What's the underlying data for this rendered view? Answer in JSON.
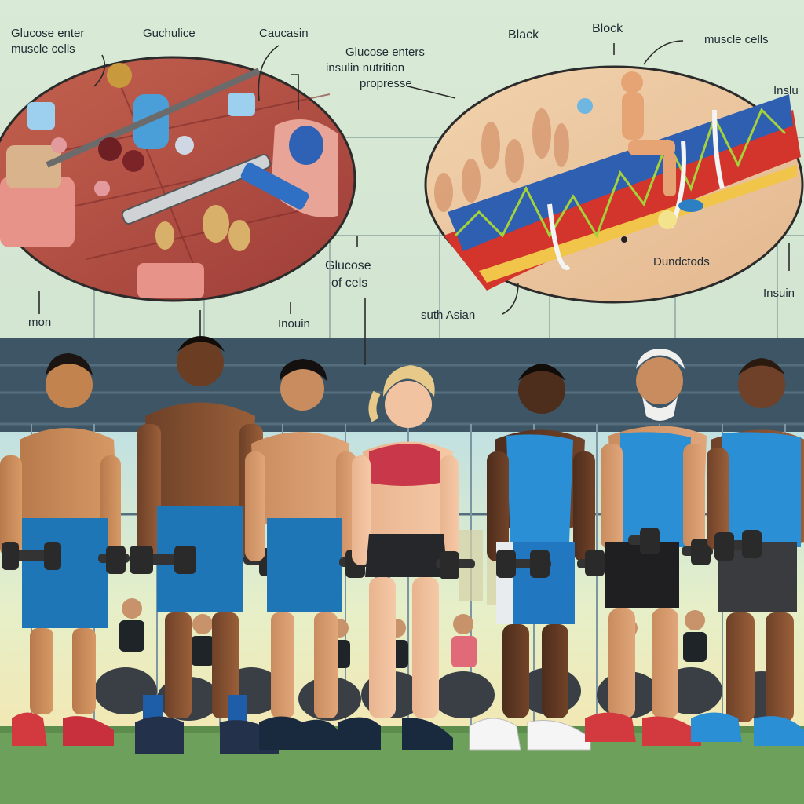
{
  "labels": {
    "top_left_a": "Glucose enter",
    "top_left_b": "muscle cells",
    "guchuice": "Guchulice",
    "caucasin": "Caucasin",
    "center_a": "Glucose enters",
    "center_b": "insulin nutrition",
    "center_c": "propresse",
    "black_a": "Black",
    "black_b": "Block",
    "muscle_cells": "muscle cells",
    "inslu": "Inslu",
    "glucose_cells_a": "Glucose",
    "glucose_cells_b": "of cels",
    "dundctods": "Dundctods",
    "insuin_right": "Insuin",
    "mon": "mon",
    "inouin": "Inouin",
    "south_asian": "suth Asian"
  },
  "colors": {
    "background": "#d6e7d3",
    "left_callout": "#b8504a",
    "right_callout": "#e9c9a4",
    "glucose_wave": "#a5d23a",
    "vessel_blue": "#2f5fb0",
    "shorts_blue": "#1e76b7",
    "tank_blue": "#2b8fd6",
    "floor": "#6da05a"
  },
  "figures": [
    {
      "name": "figure-1",
      "shirt": "none",
      "shorts": "blue"
    },
    {
      "name": "figure-2",
      "shirt": "none",
      "shorts": "blue"
    },
    {
      "name": "figure-3",
      "shirt": "none",
      "shorts": "blue"
    },
    {
      "name": "figure-4",
      "shirt": "red-sports-bra",
      "shorts": "black"
    },
    {
      "name": "figure-5",
      "shirt": "blue-tank",
      "shorts": "blue"
    },
    {
      "name": "figure-6",
      "shirt": "blue-tank",
      "shorts": "black"
    },
    {
      "name": "figure-7",
      "shirt": "blue-tank",
      "shorts": "gray"
    }
  ]
}
